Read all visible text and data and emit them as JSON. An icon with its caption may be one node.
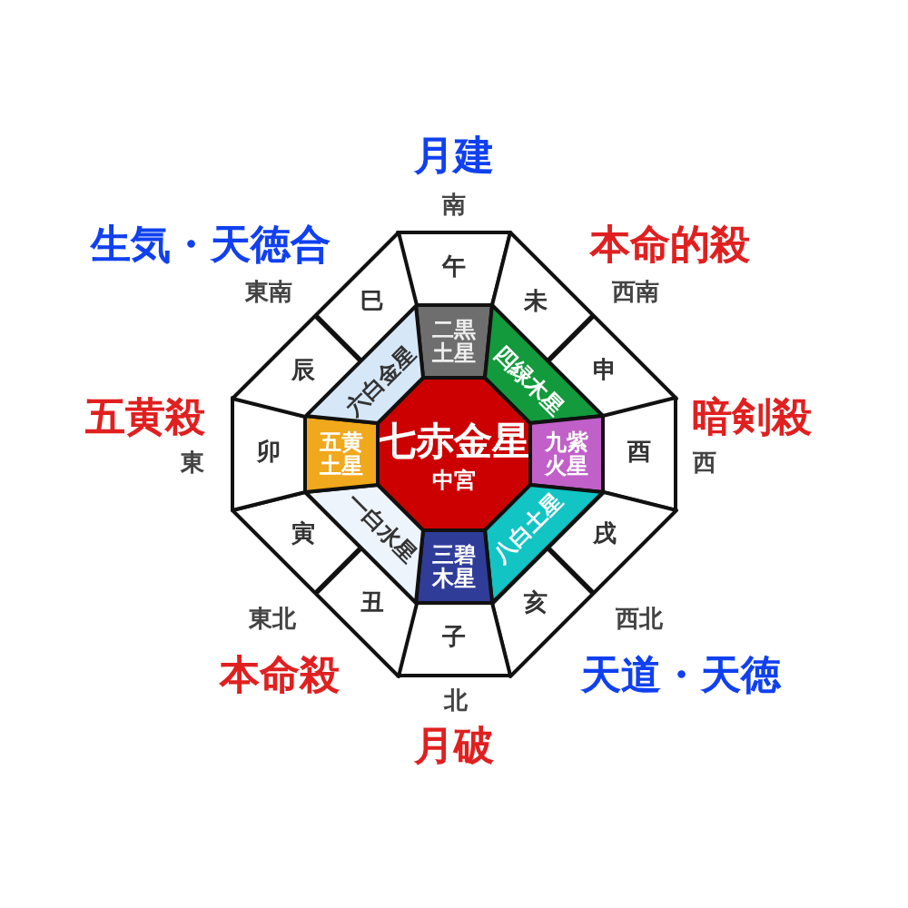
{
  "diagram": {
    "nodes": [
      {
        "text": [
          "七赤金星",
          "中宮"
        ]
      },
      {
        "text": [
          "二黒土星"
        ]
      },
      {
        "text": [
          "四緑木星"
        ]
      },
      {
        "text": [
          "九紫火星"
        ]
      },
      {
        "text": [
          "八白土星"
        ]
      },
      {
        "text": [
          "三碧木星"
        ]
      },
      {
        "text": [
          "一白水星"
        ]
      },
      {
        "text": [
          "五黄土星"
        ]
      },
      {
        "text": [
          "六白金星"
        ]
      },
      {
        "text": [
          "午"
        ]
      },
      {
        "text": [
          "未"
        ]
      },
      {
        "text": [
          "申"
        ]
      },
      {
        "text": [
          "酉"
        ]
      },
      {
        "text": [
          "戌"
        ]
      },
      {
        "text": [
          "亥"
        ]
      },
      {
        "text": [
          "子"
        ]
      },
      {
        "text": [
          "丑"
        ]
      },
      {
        "text": [
          "寅"
        ]
      },
      {
        "text": [
          "卯"
        ]
      },
      {
        "text": [
          "辰"
        ]
      },
      {
        "text": [
          "巳"
        ]
      }
    ],
    "labels": [
      "月建",
      "南",
      "生気・天徳合",
      "本命的殺",
      "東南",
      "西南",
      "五黄殺",
      "暗剣殺",
      "東",
      "西",
      "東北",
      "西北",
      "本命殺",
      "天道・天徳",
      "北",
      "月破"
    ]
  }
}
